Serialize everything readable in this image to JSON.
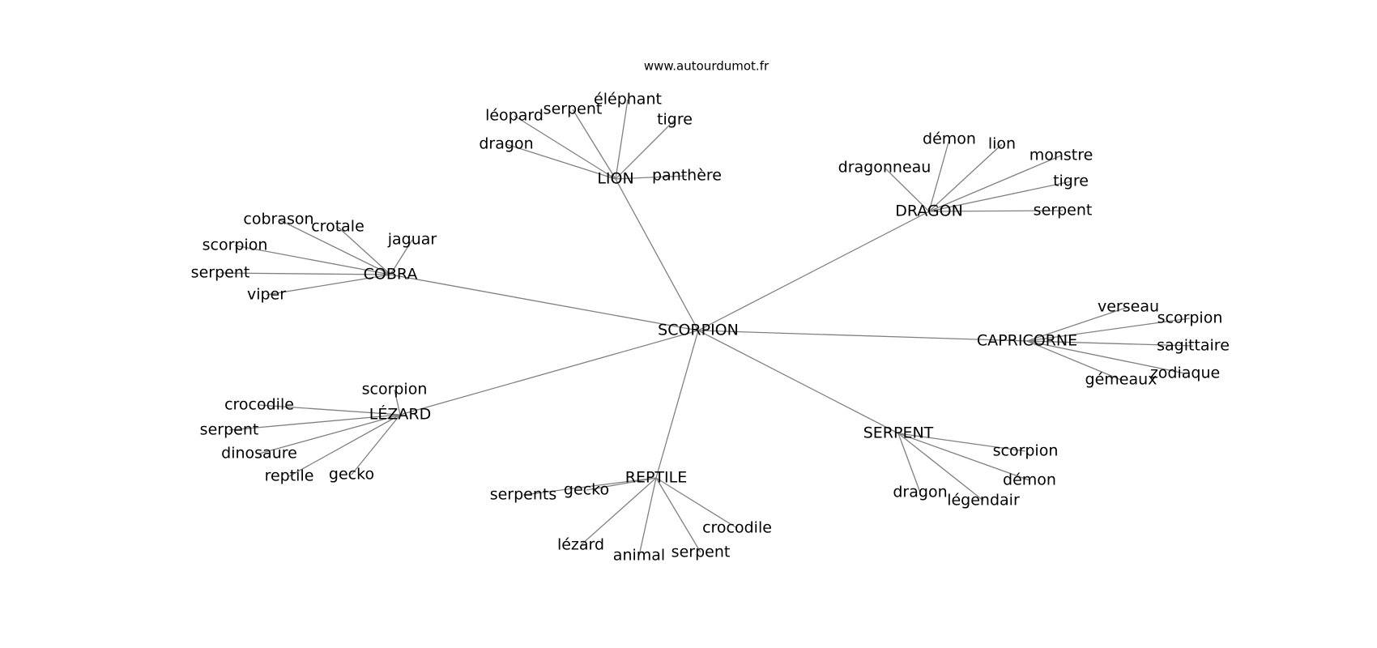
{
  "watermark": "www.autourdumot.fr",
  "graph": {
    "center": "SCORPION",
    "clusters": [
      {
        "hub": "LION",
        "leaves": [
          "dragon",
          "léopard",
          "serpent",
          "éléphant",
          "tigre",
          "panthère"
        ]
      },
      {
        "hub": "DRAGON",
        "leaves": [
          "dragonneau",
          "démon",
          "lion",
          "monstre",
          "tigre",
          "serpent"
        ]
      },
      {
        "hub": "COBRA",
        "leaves": [
          "cobrason",
          "crotale",
          "jaguar",
          "scorpion",
          "serpent",
          "viper"
        ]
      },
      {
        "hub": "CAPRICORNE",
        "leaves": [
          "verseau",
          "scorpion",
          "sagittaire",
          "zodiaque",
          "gémeaux"
        ]
      },
      {
        "hub": "LÉZARD",
        "leaves": [
          "scorpion",
          "crocodile",
          "serpent",
          "dinosaure",
          "reptile",
          "gecko"
        ]
      },
      {
        "hub": "SERPENT",
        "leaves": [
          "scorpion",
          "démon",
          "légendair",
          "dragon"
        ]
      },
      {
        "hub": "REPTILE",
        "leaves": [
          "serpents",
          "gecko",
          "lézard",
          "animal",
          "serpent",
          "crocodile"
        ]
      }
    ]
  }
}
